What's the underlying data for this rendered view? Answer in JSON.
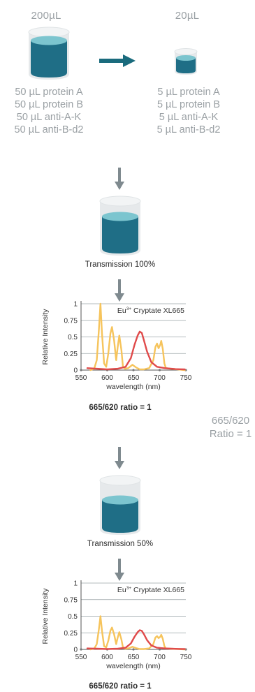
{
  "top": {
    "left_volume": "200µL",
    "right_volume": "20µL",
    "left_mix": [
      "50 µL protein A",
      "50 µL protein B",
      "50 µL anti-A-K",
      "50 µL anti-B-d2"
    ],
    "right_mix": [
      "5 µL protein A",
      "5 µL protein B",
      "5 µL anti-A-K",
      "5 µL anti-B-d2"
    ]
  },
  "side_ratio": [
    "665/620",
    "Ratio = 1"
  ],
  "steps": [
    {
      "transmission": "Transmission 100%",
      "ratio": "665/620 ratio = 1",
      "fill_fraction": 0.8
    },
    {
      "transmission": "Transmission 50%",
      "ratio": "665/620 ratio = 1",
      "fill_fraction": 0.62
    }
  ],
  "colors": {
    "liquid": "#1f6e86",
    "liquid_top": "#7cc5cf",
    "glass": "#e6e9eb",
    "arrow_teal": "#1a6b7d",
    "arrow_gray": "#7f8a8f",
    "donor": "#f6c45c",
    "acceptor": "#e04a4a"
  },
  "chart_data": [
    {
      "type": "line",
      "title": "",
      "annotation_super": "3+",
      "annotation_prefix": "Eu",
      "annotation_rest": " Cryptate XL665",
      "xlabel": "wavelength (nm)",
      "ylabel": "Relative Intensity",
      "xlim": [
        550,
        750
      ],
      "ylim": [
        0,
        1
      ],
      "xticks": [
        "550",
        "600",
        "650",
        "700",
        "750"
      ],
      "yticks": [
        "0",
        "0.25",
        "0.5",
        "0.75",
        "1"
      ],
      "grid": true,
      "series": [
        {
          "color": "#f6c45c",
          "x": [
            568,
            575,
            580,
            584,
            587,
            590,
            594,
            598,
            602,
            606,
            609,
            613,
            617,
            620,
            623,
            627,
            630,
            634,
            640,
            648,
            655,
            662,
            670,
            680,
            688,
            692,
            695,
            698,
            701,
            703,
            706,
            709,
            712,
            720,
            735,
            748
          ],
          "y": [
            0,
            0.02,
            0.15,
            0.6,
            1.0,
            0.55,
            0.1,
            0.05,
            0.25,
            0.55,
            0.65,
            0.45,
            0.15,
            0.35,
            0.52,
            0.3,
            0.05,
            0.02,
            0.03,
            0.08,
            0.04,
            0.01,
            0.01,
            0.03,
            0.15,
            0.35,
            0.4,
            0.33,
            0.38,
            0.44,
            0.32,
            0.1,
            0.03,
            0.02,
            0.01,
            0.0
          ]
        },
        {
          "color": "#e04a4a",
          "x": [
            562,
            580,
            600,
            620,
            635,
            645,
            652,
            658,
            662,
            666,
            670,
            676,
            684,
            695,
            710,
            730,
            748
          ],
          "y": [
            0.03,
            0.02,
            0.01,
            0.02,
            0.05,
            0.18,
            0.38,
            0.52,
            0.58,
            0.56,
            0.45,
            0.28,
            0.12,
            0.05,
            0.03,
            0.015,
            0.01
          ]
        }
      ]
    },
    {
      "type": "line",
      "title": "",
      "annotation_super": "3+",
      "annotation_prefix": "Eu",
      "annotation_rest": " Cryptate XL665",
      "xlabel": "wavelength (nm)",
      "ylabel": "Relative Intensity",
      "xlim": [
        550,
        750
      ],
      "ylim": [
        0,
        1
      ],
      "xticks": [
        "550",
        "600",
        "650",
        "700",
        "750"
      ],
      "yticks": [
        "0",
        "0.25",
        "0.5",
        "0.75",
        "1"
      ],
      "grid": true,
      "series": [
        {
          "color": "#f6c45c",
          "x": [
            568,
            575,
            580,
            584,
            587,
            590,
            594,
            598,
            602,
            606,
            609,
            613,
            617,
            620,
            623,
            627,
            630,
            634,
            640,
            648,
            655,
            662,
            670,
            680,
            688,
            692,
            695,
            698,
            701,
            703,
            706,
            709,
            712,
            720,
            735,
            748
          ],
          "y": [
            0,
            0.01,
            0.08,
            0.3,
            0.5,
            0.28,
            0.05,
            0.03,
            0.13,
            0.28,
            0.33,
            0.23,
            0.08,
            0.18,
            0.26,
            0.15,
            0.03,
            0.01,
            0.015,
            0.04,
            0.02,
            0.005,
            0.005,
            0.015,
            0.08,
            0.18,
            0.2,
            0.17,
            0.19,
            0.22,
            0.16,
            0.05,
            0.015,
            0.01,
            0.005,
            0.0
          ]
        },
        {
          "color": "#e04a4a",
          "x": [
            562,
            580,
            600,
            620,
            635,
            645,
            652,
            658,
            662,
            666,
            670,
            676,
            684,
            695,
            710,
            730,
            748
          ],
          "y": [
            0.015,
            0.01,
            0.005,
            0.01,
            0.025,
            0.09,
            0.19,
            0.26,
            0.29,
            0.28,
            0.23,
            0.14,
            0.06,
            0.025,
            0.015,
            0.008,
            0.005
          ]
        }
      ]
    }
  ]
}
